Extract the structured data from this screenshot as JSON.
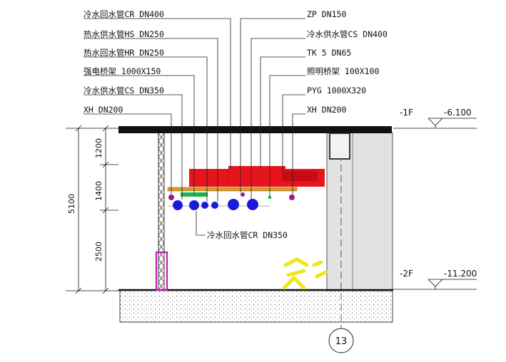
{
  "labels_left": [
    {
      "id": "cr-dn400",
      "text": "冷水回水管CR DN400"
    },
    {
      "id": "hs-dn250",
      "text": "热水供水管HS DN250"
    },
    {
      "id": "hr-dn250",
      "text": "热水回水管HR DN250"
    },
    {
      "id": "tray-1000x150",
      "text": "强电桥架 1000X150"
    },
    {
      "id": "cs-dn350",
      "text": "冷水供水管CS DN350"
    },
    {
      "id": "xh-dn200-left",
      "text": "XH DN200"
    }
  ],
  "labels_right": [
    {
      "id": "zp-dn150",
      "text": "ZP DN150"
    },
    {
      "id": "cs-dn400",
      "text": "冷水供水管CS DN400"
    },
    {
      "id": "tk5-dn65",
      "text": "TK 5 DN65"
    },
    {
      "id": "lighting-tray",
      "text": "照明桥架 100X100"
    },
    {
      "id": "pyg-1000x320",
      "text": "PYG 1000X320"
    },
    {
      "id": "xh-dn200-right",
      "text": "XH DN200"
    }
  ],
  "bottom_label": "冷水回水管CR DN350",
  "dimensions": {
    "total": "5100",
    "segments": [
      "1200",
      "1400",
      "2500"
    ]
  },
  "levels": [
    {
      "floor": "-1F",
      "elevation": "-6.100"
    },
    {
      "floor": "-2F",
      "elevation": "-11.200"
    }
  ],
  "axis_number": "13",
  "colors": {
    "duct_red": "#e8141c",
    "tray_orange": "#d89a2a",
    "tray_green": "#1db34a",
    "pipe_blue": "#1a1adc",
    "small_purple": "#9b1a8e",
    "hanger_magenta": "#c21bb5",
    "column_gray": "#e2e2e2",
    "watermark_yellow": "#efe61a"
  },
  "pipes": [
    {
      "name": "xh-dn200-left",
      "dn": 200
    },
    {
      "name": "cs-dn350",
      "dn": 350
    },
    {
      "name": "hr-dn250",
      "dn": 250
    },
    {
      "name": "hs-dn250",
      "dn": 250
    },
    {
      "name": "cr-dn350",
      "dn": 350
    },
    {
      "name": "cr-dn400",
      "dn": 400
    }
  ]
}
